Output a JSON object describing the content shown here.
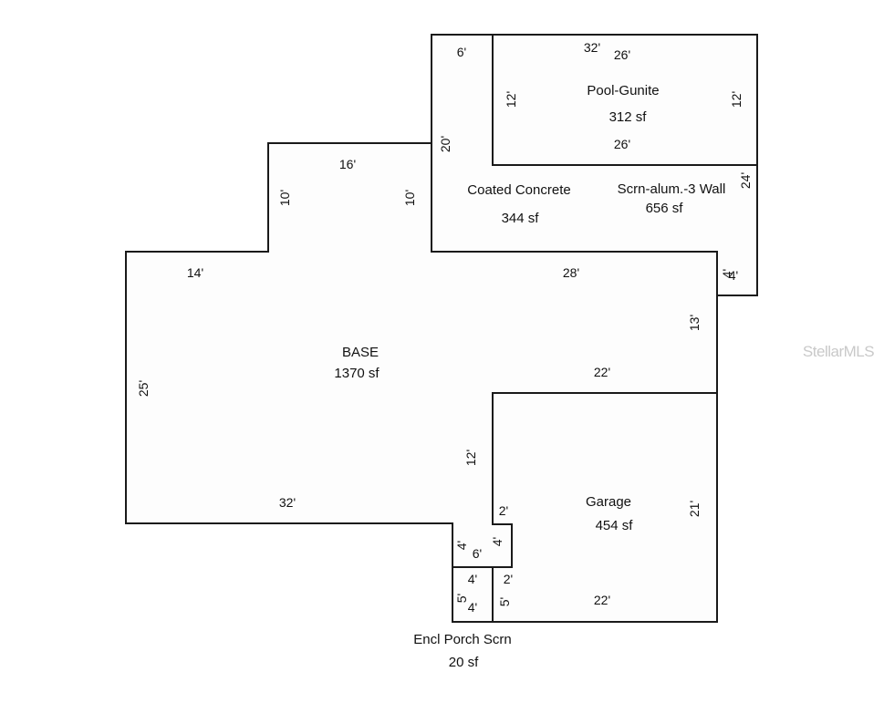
{
  "areas": {
    "pool": {
      "name": "Pool-Gunite",
      "area": "312 sf"
    },
    "coated_concrete": {
      "name": "Coated Concrete",
      "area": "344 sf"
    },
    "screen_wall": {
      "name": "Scrn-alum.-3 Wall",
      "area": "656 sf"
    },
    "base": {
      "name": "BASE",
      "area": "1370 sf"
    },
    "garage": {
      "name": "Garage",
      "area": "454 sf"
    },
    "porch": {
      "name": "Encl Porch Scrn",
      "area": "20 sf"
    }
  },
  "dimensions": {
    "top_6": "6'",
    "top_32": "32'",
    "pool_top_26": "26'",
    "pool_left_12": "12'",
    "pool_right_12": "12'",
    "pool_bottom_26": "26'",
    "left_20": "20'",
    "right_24": "24'",
    "step_16": "16'",
    "step_left_10": "10'",
    "step_right_10": "10'",
    "base_14": "14'",
    "base_28": "28'",
    "notch_4a": "4'",
    "notch_4b": "4'",
    "right_13": "13'",
    "base_left_25": "25'",
    "garage_top_22": "22'",
    "garage_left_12": "12'",
    "base_bottom_32": "32'",
    "g_2a": "2'",
    "g_4_vert": "4'",
    "g_6": "6'",
    "g_4_left": "4'",
    "p_4_top": "4'",
    "p_2": "2'",
    "p_5_left": "5'",
    "p_4_bottom": "4'",
    "p_5_right": "5'",
    "garage_bottom_22": "22'",
    "garage_right_21": "21'"
  },
  "watermark": "StellarMLS"
}
